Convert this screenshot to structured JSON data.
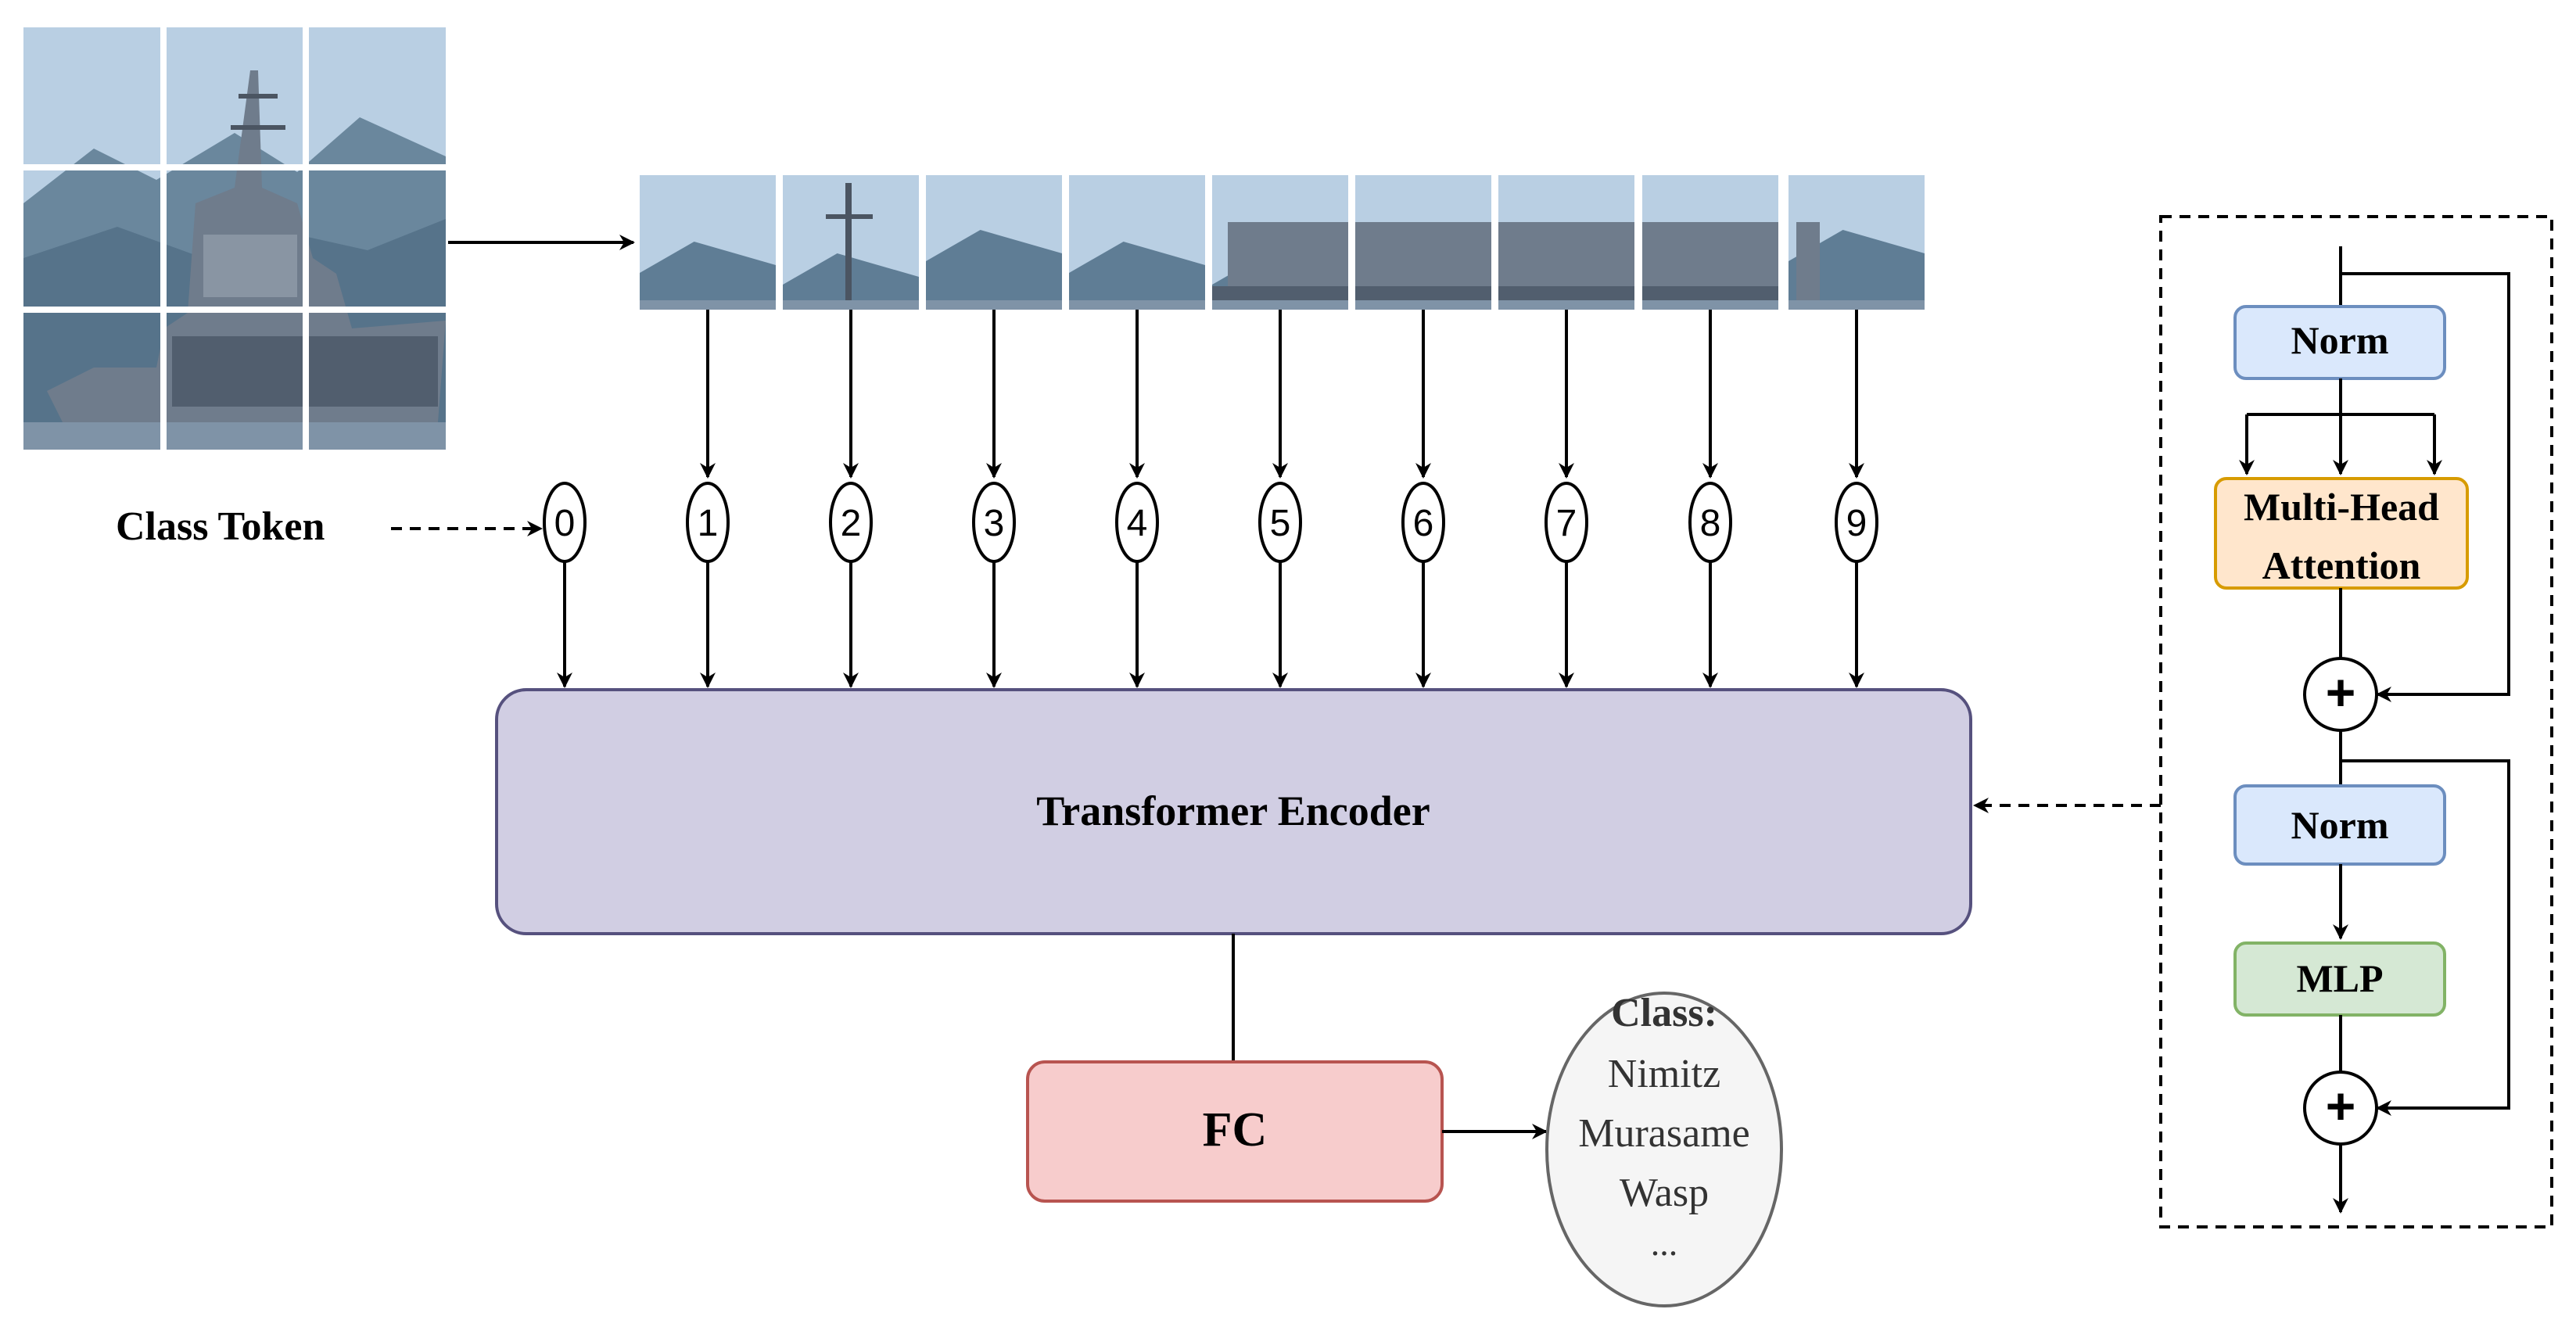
{
  "diagram": {
    "class_token_label": "Class Token",
    "position_labels": [
      "0",
      "1",
      "2",
      "3",
      "4",
      "5",
      "6",
      "7",
      "8",
      "9"
    ],
    "encoder_label": "Transformer Encoder",
    "fc_label": "FC",
    "output": {
      "heading": "Class:",
      "classes": [
        "Nimitz",
        "Murasame",
        "Wasp"
      ],
      "ellipsis": "..."
    },
    "encoder_block": {
      "norm1": "Norm",
      "attention_line1": "Multi-Head",
      "attention_line2": "Attention",
      "norm2": "Norm",
      "mlp": "MLP",
      "add_symbol": "+"
    }
  },
  "colors": {
    "encoder_fill": "#d1cee3",
    "encoder_stroke": "#56517e",
    "fc_fill": "#f7cccc",
    "fc_stroke": "#b85450",
    "norm_fill": "#dae8fc",
    "norm_stroke": "#6c8ebf",
    "attention_fill": "#ffe6cc",
    "attention_stroke": "#d79b00",
    "mlp_fill": "#d5e8d4",
    "mlp_stroke": "#82b366",
    "output_fill": "#f5f5f5",
    "output_stroke": "#666666",
    "sky": "#b9cfe3",
    "hills": "#5f7d95",
    "ship": "#6f7c8c",
    "sea": "#7f93a7"
  }
}
